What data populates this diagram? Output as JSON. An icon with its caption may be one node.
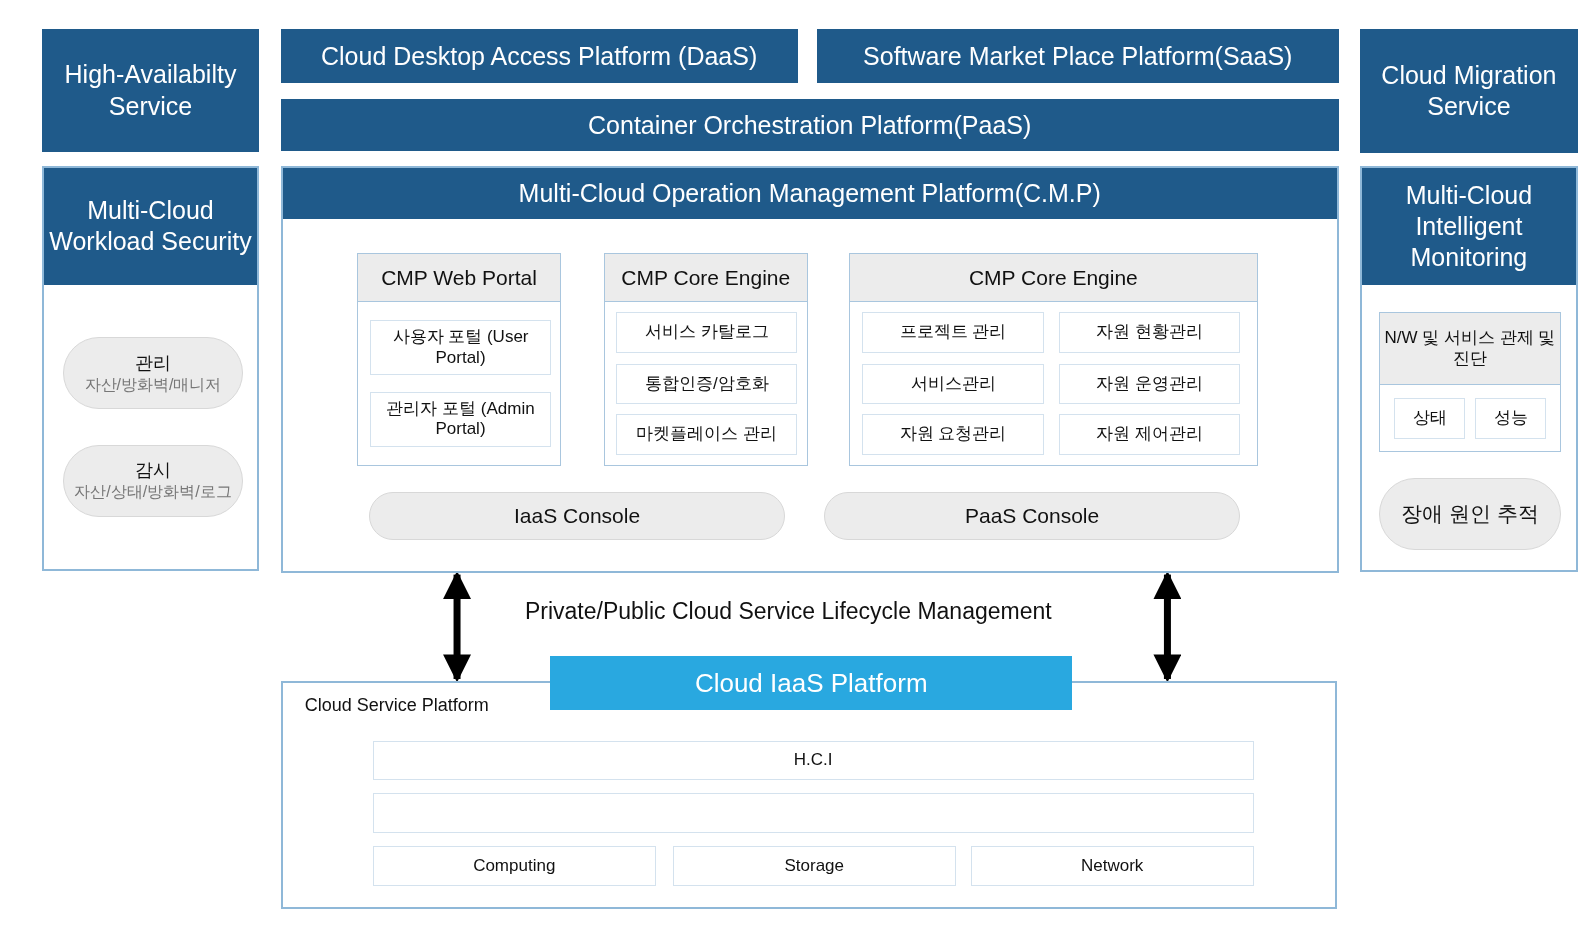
{
  "diagram": {
    "nodes": [
      {
        "text": [
          "High-Availabilty Service"
        ]
      },
      {
        "text": [
          "Multi-Cloud Workload Security"
        ]
      },
      {
        "text": [
          "관리",
          "자산/방화벽/매니저"
        ],
        "in": 1
      },
      {
        "text": [
          "감시",
          "자산/상태/방화벽/로그"
        ],
        "in": 1
      },
      {
        "text": [
          "Cloud Desktop Access Platform (DaaS)"
        ]
      },
      {
        "text": [
          "Software Market Place Platform(SaaS)"
        ]
      },
      {
        "text": [
          "Container Orchestration Platform(PaaS)"
        ]
      },
      {
        "text": [
          "Multi-Cloud Operation Management Platform(C.M.P)"
        ]
      },
      {
        "text": [
          "CMP Web Portal"
        ],
        "in": 7
      },
      {
        "text": [
          "사용자 포털 (User Portal)"
        ],
        "in": 8
      },
      {
        "text": [
          "관리자 포털 (Admin Portal)"
        ],
        "in": 8
      },
      {
        "text": [
          "CMP Core Engine"
        ],
        "in": 7
      },
      {
        "text": [
          "서비스 카탈로그"
        ],
        "in": 11
      },
      {
        "text": [
          "통합인증/암호화"
        ],
        "in": 11
      },
      {
        "text": [
          "마켓플레이스 관리"
        ],
        "in": 11
      },
      {
        "text": [
          "CMP Core Engine"
        ],
        "in": 7
      },
      {
        "text": [
          "프로젝트 관리"
        ],
        "in": 15
      },
      {
        "text": [
          "자원 현황관리"
        ],
        "in": 15
      },
      {
        "text": [
          "서비스관리"
        ],
        "in": 15
      },
      {
        "text": [
          "자원 운영관리"
        ],
        "in": 15
      },
      {
        "text": [
          "자원 요청관리"
        ],
        "in": 15
      },
      {
        "text": [
          "자원 제어관리"
        ],
        "in": 15
      },
      {
        "text": [
          "IaaS Console"
        ],
        "in": 7
      },
      {
        "text": [
          "PaaS Console"
        ],
        "in": 7
      },
      {
        "text": [
          "Cloud Migration Service"
        ]
      },
      {
        "text": [
          "Multi-Cloud Intelligent Monitoring"
        ]
      },
      {
        "text": [
          "N/W 및 서비스 관제 및 진단"
        ],
        "in": 25
      },
      {
        "text": [
          "상태"
        ],
        "in": 26
      },
      {
        "text": [
          "성능"
        ],
        "in": 26
      },
      {
        "text": [
          "장애 원인 추적"
        ],
        "in": 25
      },
      {
        "text": [
          "Cloud Service Platform"
        ]
      },
      {
        "text": [
          "Cloud IaaS Platform"
        ]
      },
      {
        "text": [
          "H.C.I"
        ],
        "in": 30
      },
      {
        "text": [],
        "shape": "box",
        "in": 30
      },
      {
        "text": [
          "Computing"
        ],
        "in": 30
      },
      {
        "text": [
          "Storage"
        ],
        "in": 30
      },
      {
        "text": [
          "Network"
        ],
        "in": 30
      }
    ],
    "edges": [
      {
        "from": 7,
        "to": 30,
        "arrow": "both"
      },
      {
        "from": 7,
        "to": 30,
        "arrow": "both"
      }
    ],
    "labels": [
      "Private/Public Cloud Service Lifecycle Management"
    ]
  }
}
